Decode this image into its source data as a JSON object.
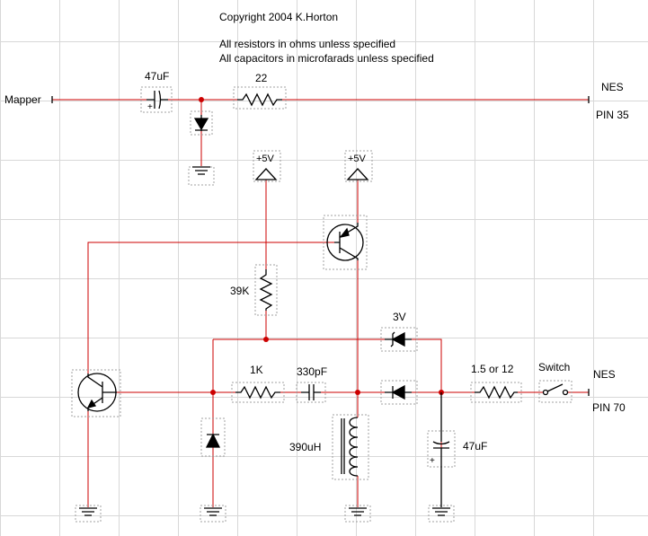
{
  "header": {
    "copyright": "Copyright 2004 K.Horton",
    "note_resistors": "All resistors in ohms unless specified",
    "note_capacitors": "All capacitors in microfarads unless specified"
  },
  "top_circuit": {
    "input_label": "Mapper",
    "capacitor_value": "47uF",
    "capacitor_polarity": "+",
    "resistor_value": "22",
    "output_label": "NES",
    "output_pin": "PIN 35"
  },
  "supplies": {
    "left": "+5V",
    "right": "+5V"
  },
  "bottom_circuit": {
    "bias_resistor": "39K",
    "zener_voltage": "3V",
    "series_resistor": "1K",
    "coupling_capacitor": "330pF",
    "inductor_value": "390uH",
    "output_resistor": "1.5 or 12",
    "switch_label": "Switch",
    "filter_capacitor": "47uF",
    "filter_capacitor_polarity": "+",
    "output_label": "NES",
    "output_pin": "PIN 70"
  },
  "colors": {
    "wire": "#cc0000",
    "component": "#000000",
    "grid": "#d8d8d8",
    "outline": "#a0a0a0"
  }
}
